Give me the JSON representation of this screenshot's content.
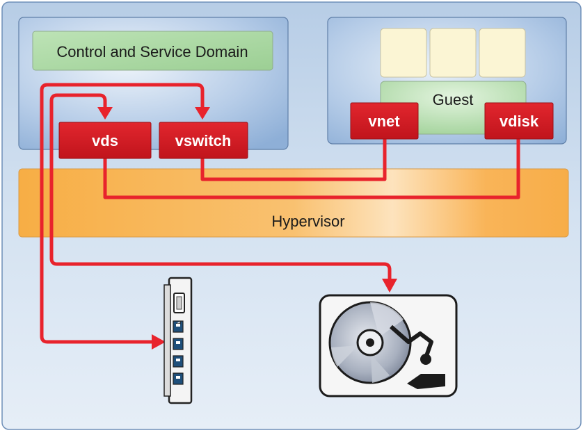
{
  "domains": {
    "control": {
      "label": "Control and Service Domain"
    },
    "guest": {
      "label": "Guest"
    },
    "hypervisor": {
      "label": "Hypervisor"
    }
  },
  "services": {
    "vds": "vds",
    "vswitch": "vswitch",
    "vnet": "vnet",
    "vdisk": "vdisk"
  },
  "devices": {
    "network_card": {
      "icon": "network-card-icon"
    },
    "disk": {
      "icon": "disk-drive-icon"
    }
  },
  "colors": {
    "outer_background": "#c3d7ec",
    "domain_box": "#aac4e2",
    "green_box": "#a9d7a2",
    "hypervisor": "#f9b85a",
    "service_red": "#d11c25",
    "link_red": "#e8232c",
    "cpu_box": "#fbf6d6"
  }
}
